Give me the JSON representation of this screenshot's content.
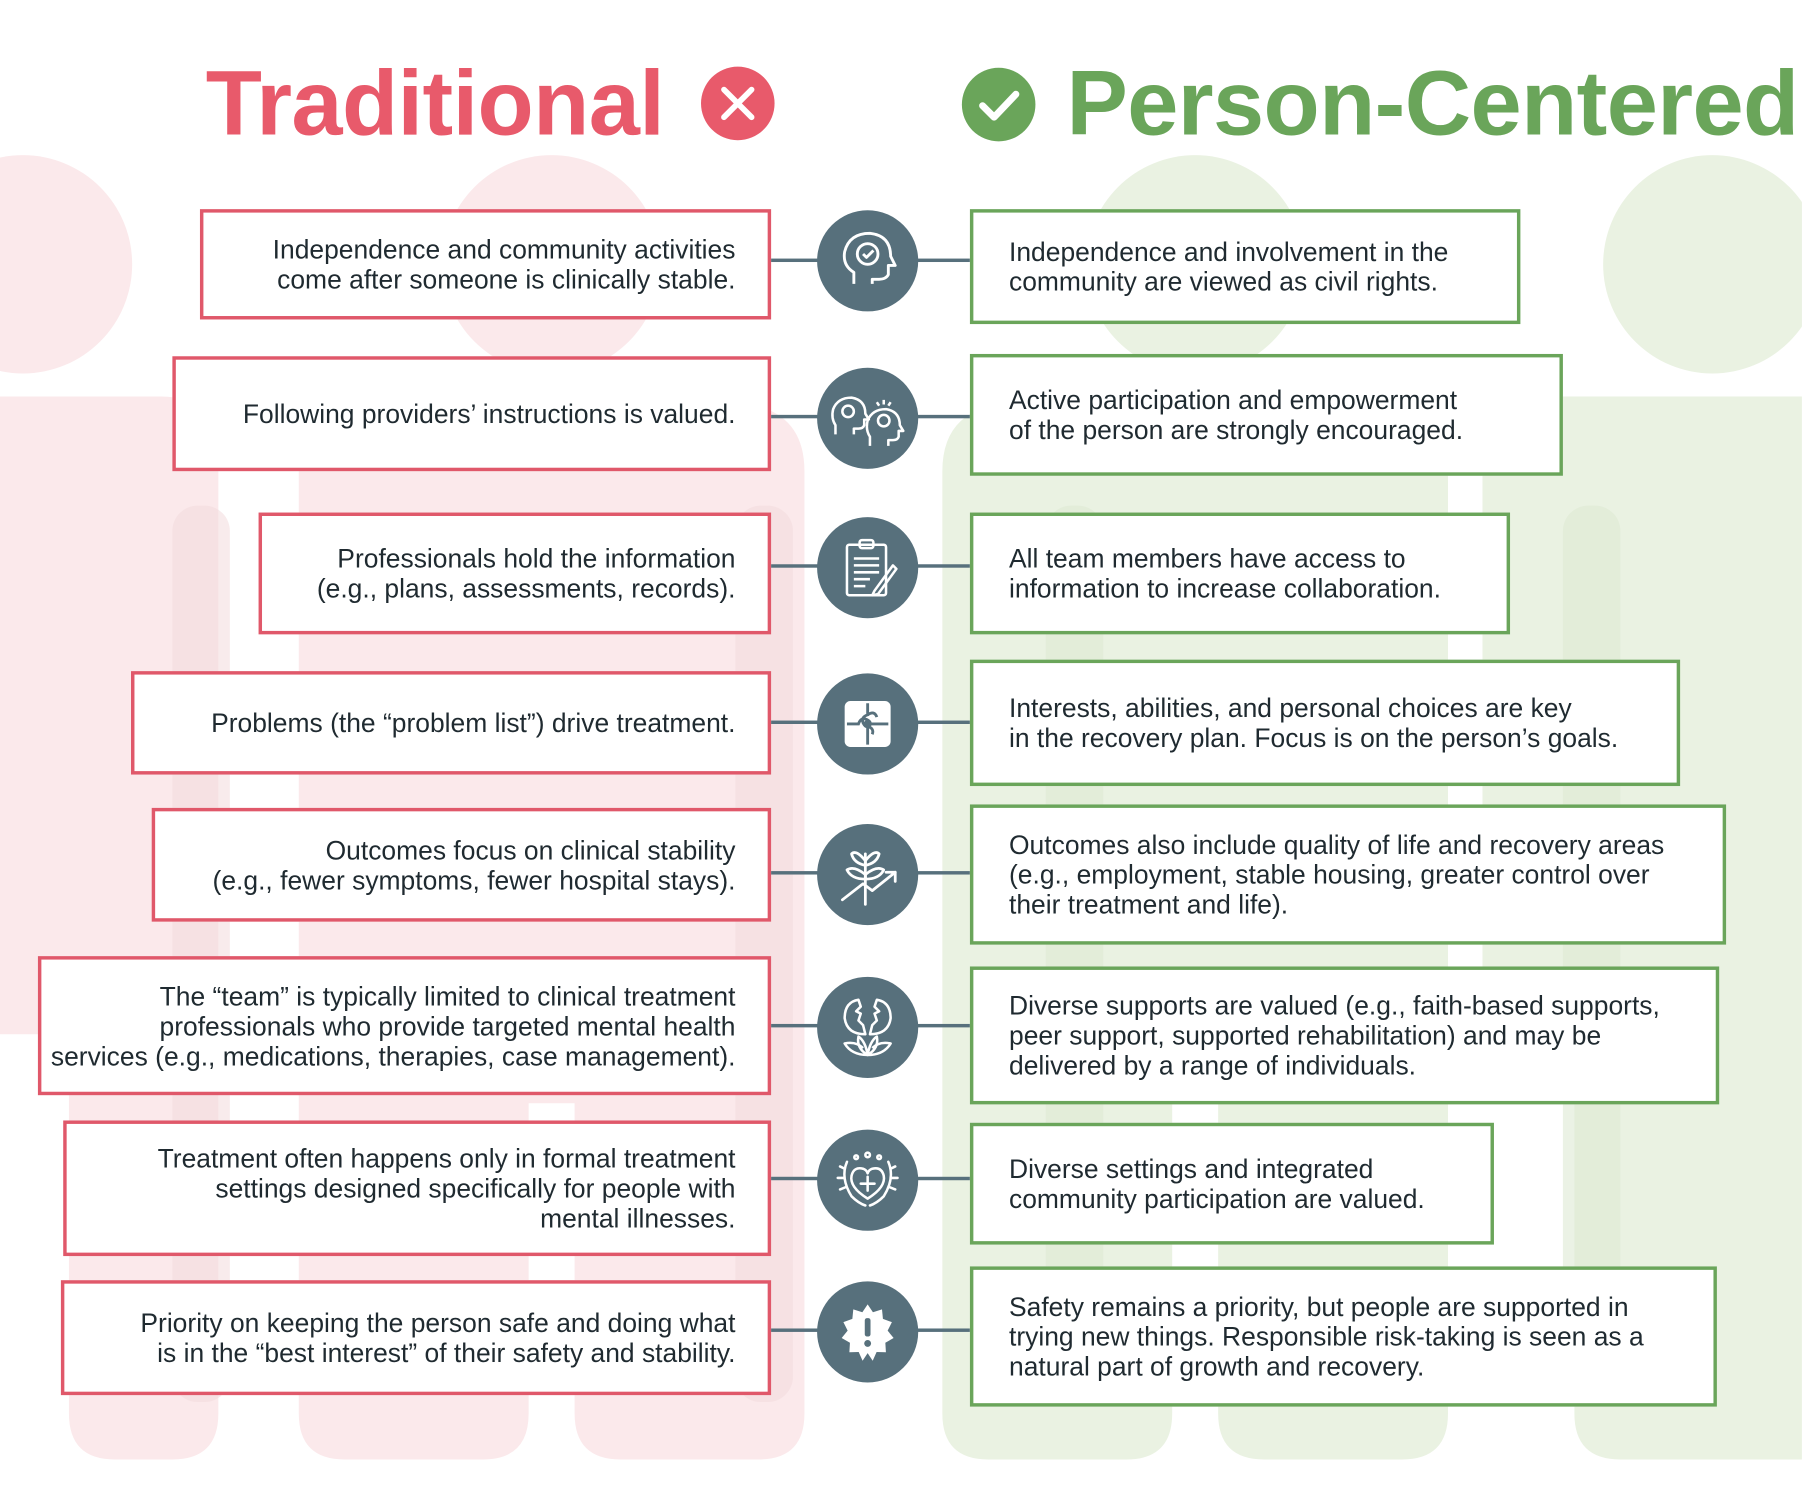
{
  "header": {
    "traditional_title": "Traditional",
    "person_centered_title": "Person-Centered",
    "traditional_icon": "x-circle-icon",
    "person_centered_icon": "check-circle-icon"
  },
  "colors": {
    "traditional": "#e85a6b",
    "person_centered": "#6aa55a",
    "icon_circle": "#57707c",
    "text": "#1f2a30"
  },
  "rows": [
    {
      "icon": "head-check-icon",
      "traditional": [
        "Independence and community activities",
        "come after someone is clinically stable."
      ],
      "person_centered": [
        "Independence and involvement in the",
        "community are viewed as civil rights."
      ]
    },
    {
      "icon": "two-heads-gears-icon",
      "traditional": [
        "Following providers’ instructions is valued."
      ],
      "person_centered": [
        "Active participation and empowerment",
        "of the person are strongly encouraged."
      ]
    },
    {
      "icon": "clipboard-icon",
      "traditional": [
        "Professionals hold the information",
        "(e.g., plans, assessments, records)."
      ],
      "person_centered": [
        "All team members have access to",
        "information to increase collaboration."
      ]
    },
    {
      "icon": "puzzle-icon",
      "traditional": [
        "Problems (the “problem list”) drive treatment."
      ],
      "person_centered": [
        "Interests, abilities, and personal choices are key",
        "in the recovery plan. Focus is on the person’s goals."
      ]
    },
    {
      "icon": "growth-plant-icon",
      "traditional": [
        "Outcomes focus on clinical stability",
        "(e.g., fewer symptoms, fewer hospital stays)."
      ],
      "person_centered": [
        "Outcomes also include quality of life and recovery areas",
        "(e.g., employment, stable housing, greater control over",
        "their treatment and life)."
      ]
    },
    {
      "icon": "faces-lotus-icon",
      "traditional": [
        "The “team” is typically limited to clinical treatment",
        "professionals who provide targeted mental health",
        "services (e.g., medications, therapies, case management)."
      ],
      "person_centered": [
        "Diverse supports are valued (e.g., faith-based supports,",
        "peer support, supported rehabilitation) and may be",
        "delivered by a range of individuals."
      ]
    },
    {
      "icon": "heart-wreath-icon",
      "traditional": [
        "Treatment often happens only in formal treatment",
        "settings designed specifically for people with",
        "mental illnesses."
      ],
      "person_centered": [
        "Diverse settings and integrated",
        "community participation are valued."
      ]
    },
    {
      "icon": "alert-badge-icon",
      "traditional": [
        "Priority on keeping the person safe and doing what",
        "is in the “best interest” of their safety and stability."
      ],
      "person_centered": [
        "Safety remains a priority, but people are supported in",
        "trying new things. Responsible risk-taking is seen as a",
        "natural part of growth and recovery."
      ]
    }
  ]
}
